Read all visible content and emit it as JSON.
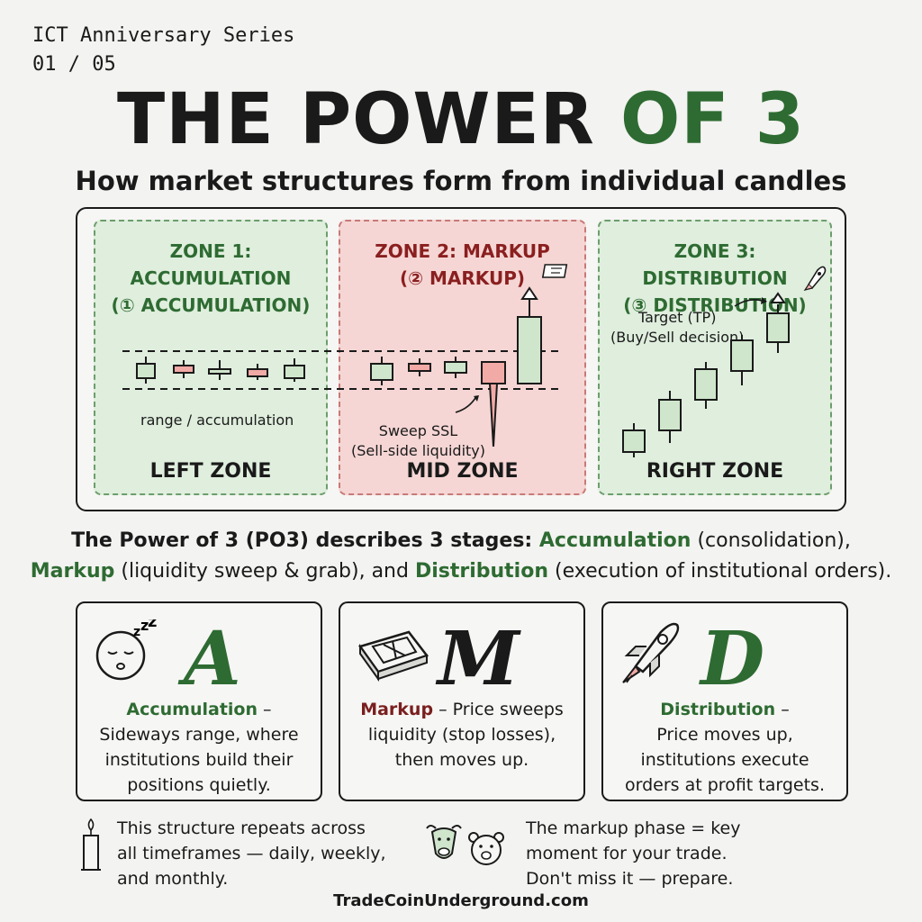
{
  "header": {
    "series": "ICT Anniversary Series",
    "index": "01 / 05"
  },
  "title": {
    "part1": "THE POWER ",
    "part2": "OF 3"
  },
  "subtitle": "How market structures form from individual candles",
  "zones": [
    {
      "title": "ZONE 1: ACCUMULATION",
      "subtitle": "(① ACCUMULATION)",
      "footer": "LEFT ZONE",
      "note": "range / accumulation"
    },
    {
      "title": "ZONE 2: MARKUP",
      "subtitle": "(② MARKUP)",
      "footer": "MID ZONE",
      "note1": "Sweep SSL",
      "note2": "(Sell-side liquidity)"
    },
    {
      "title": "ZONE 3: DISTRIBUTION",
      "subtitle": "(③ DISTRIBUTION)",
      "footer": "RIGHT ZONE",
      "note1": "Target (TP)",
      "note2": "(Buy/Sell decision)"
    }
  ],
  "description": {
    "p1": "The Power of 3 (PO3) describes 3 stages: ",
    "accumulation": "Accumulation",
    "p2": " (consolidation),",
    "markup": "Markup",
    "p3": " (liquidity sweep & grab), and ",
    "distribution": "Distribution",
    "p4": " (execution of institutional orders)."
  },
  "cards": [
    {
      "letter": "A",
      "keyword": "Accumulation",
      "dash": " –",
      "text": "Sideways range, where institutions build their positions quietly.",
      "icon": "sleeping-face-icon"
    },
    {
      "letter": "M",
      "keyword": "Markup",
      "dash": " – Price sweeps",
      "text": "liquidity (stop losses), then moves up.",
      "icon": "mousetrap-icon"
    },
    {
      "letter": "D",
      "keyword": "Distribution",
      "dash": " –",
      "text": "Price moves up, institutions execute orders at profit targets.",
      "icon": "rocket-icon"
    }
  ],
  "footer": {
    "note_left": [
      "This structure repeats across",
      "all timeframes — daily, weekly,",
      "and monthly."
    ],
    "note_right": [
      "The markup phase = key",
      "moment for your trade.",
      "Don't miss it — prepare."
    ],
    "website": "TradeCoinUnderground.com"
  },
  "colors": {
    "green": "#2e6b32",
    "red": "#8a1f1f",
    "candle_green": "#cfe6cc",
    "candle_red": "#f2aaa6"
  }
}
